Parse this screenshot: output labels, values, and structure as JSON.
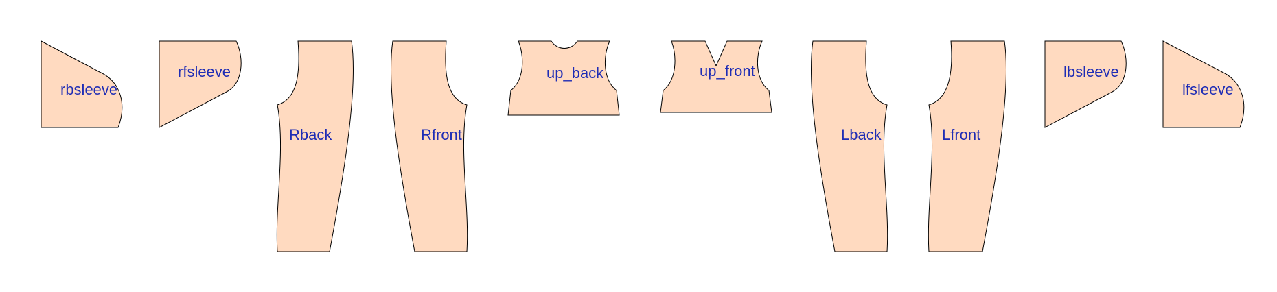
{
  "colors": {
    "fill": "#ffdac0",
    "stroke": "#000000",
    "label": "#1f2db5"
  },
  "pieces": [
    {
      "id": "rbsleeve",
      "label": "rbsleeve"
    },
    {
      "id": "rfsleeve",
      "label": "rfsleeve"
    },
    {
      "id": "rback",
      "label": "Rback"
    },
    {
      "id": "rfront",
      "label": "Rfront"
    },
    {
      "id": "up-back",
      "label": "up_back"
    },
    {
      "id": "up-front",
      "label": "up_front"
    },
    {
      "id": "lback",
      "label": "Lback"
    },
    {
      "id": "lfront",
      "label": "Lfront"
    },
    {
      "id": "lbsleeve",
      "label": "lbsleeve"
    },
    {
      "id": "lfsleeve",
      "label": "lfsleeve"
    }
  ]
}
